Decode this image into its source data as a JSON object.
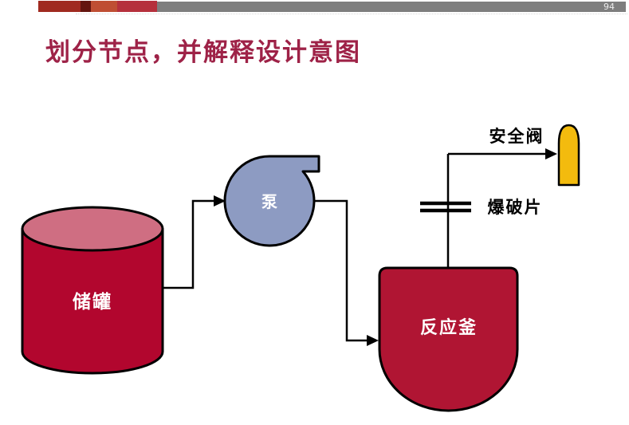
{
  "header": {
    "page_number": "94"
  },
  "slide": {
    "title": "划分节点，并解释设计意图"
  },
  "colors": {
    "title_text": "#9E2247",
    "bar_gray": "#7E7E7E",
    "bar_block_1": "#A02A20",
    "bar_block_2": "#64150F",
    "bar_block_3": "#BF4E33",
    "bar_block_4": "#B5303C",
    "tank_body": "#B2062E",
    "tank_top": "#CF6E82",
    "pump_fill": "#8D9BC2",
    "reactor_fill": "#B01533",
    "valve_fill": "#F3BB0E",
    "line": "#000000",
    "label_light": "#FFFFFF",
    "label_dark": "#000000"
  },
  "diagram": {
    "tank_label": "储罐",
    "pump_label": "泵",
    "reactor_label": "反应釜",
    "safety_valve_label": "安全阀",
    "rupture_disc_label": "爆破片"
  }
}
